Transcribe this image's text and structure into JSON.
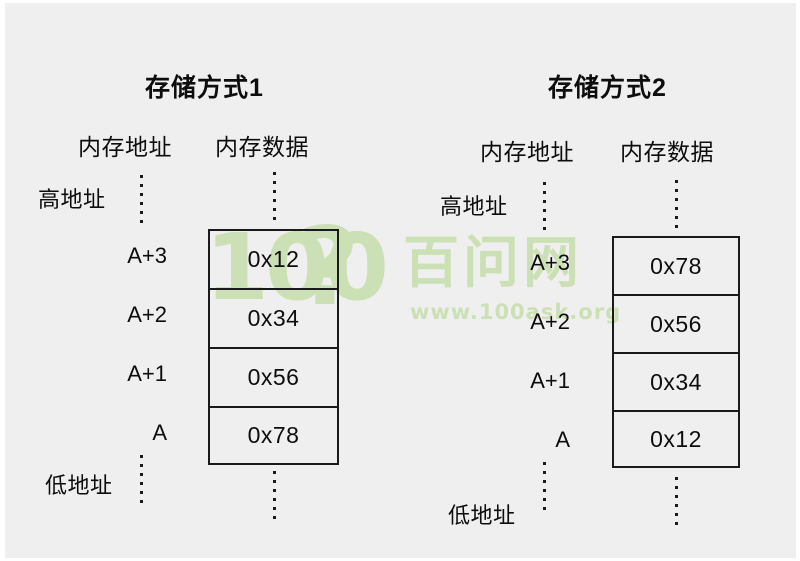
{
  "figure": {
    "background_color": "#efefef",
    "line_color": "#1a1a1a",
    "text_color": "#0d0d0d"
  },
  "watermark": {
    "color": "#cbe0b4",
    "logo_digits": "100",
    "logo_mark": "?",
    "brand": "百问网",
    "url": "www.100ask.org"
  },
  "panels": [
    {
      "title": "存储方式1",
      "address_column_header": "内存地址",
      "data_column_header": "内存数据",
      "high_address_label": "高地址",
      "low_address_label": "低地址",
      "addresses": [
        "A+3",
        "A+2",
        "A+1",
        "A"
      ],
      "values": [
        "0x12",
        "0x34",
        "0x56",
        "0x78"
      ]
    },
    {
      "title": "存储方式2",
      "address_column_header": "内存地址",
      "data_column_header": "内存数据",
      "high_address_label": "高地址",
      "low_address_label": "低地址",
      "addresses": [
        "A+3",
        "A+2",
        "A+1",
        "A"
      ],
      "values": [
        "0x78",
        "0x56",
        "0x34",
        "0x12"
      ]
    }
  ]
}
